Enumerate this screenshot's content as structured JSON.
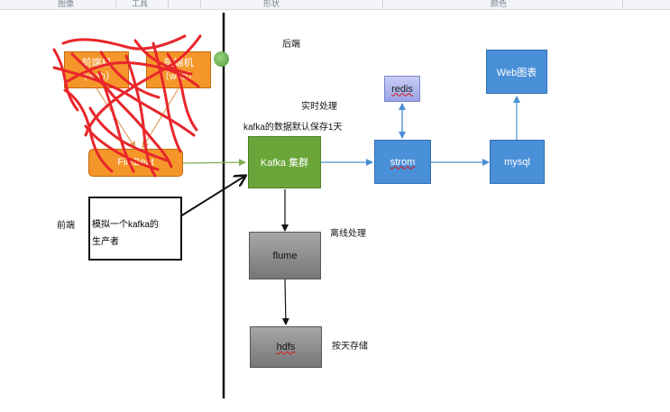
{
  "ribbon": {
    "labels": [
      "图像",
      "工具",
      "形状",
      "颜色"
    ]
  },
  "labels": {
    "backend": "后端",
    "frontend": "前端",
    "realtime": "实时处理",
    "kafka_retention": "kafka的数据默认保存1天",
    "offline": "离线处理",
    "by_day_storage": "按天存储"
  },
  "nodes": {
    "frontend_web_1": {
      "line1": "前端机",
      "line2": "（web）"
    },
    "frontend_web_2": {
      "line1": "前端机",
      "line2": "（web）"
    },
    "filebeat": "FileBeat",
    "kafka": "Kafka 集群",
    "redis": "redis",
    "web_chart": "Web图表",
    "storm": "strom",
    "mysql": "mysql",
    "flume": "flume",
    "hdfs": "hdfs",
    "producer": {
      "line1": "模拟一个kafka的",
      "line2": "生产者"
    }
  },
  "colors": {
    "orange": "#f5962a",
    "blue": "#4a90d9",
    "green": "#6aa53a",
    "gray": "#767676",
    "annotation_red": "#e8262b"
  }
}
